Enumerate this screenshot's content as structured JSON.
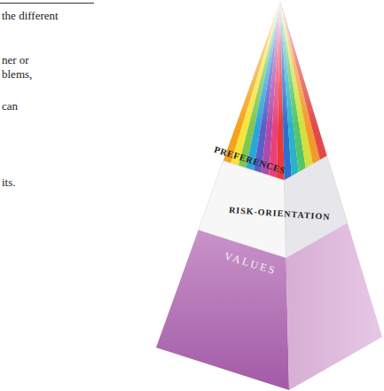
{
  "diagram": {
    "nodes": [
      {
        "text": [
          "PREFERENCES"
        ]
      },
      {
        "text": [
          "RISK-ORIENTATION"
        ]
      },
      {
        "text": [
          "VALUES"
        ]
      }
    ],
    "labels": [
      "the different",
      "ner or",
      "blems,",
      "can",
      "its."
    ]
  }
}
